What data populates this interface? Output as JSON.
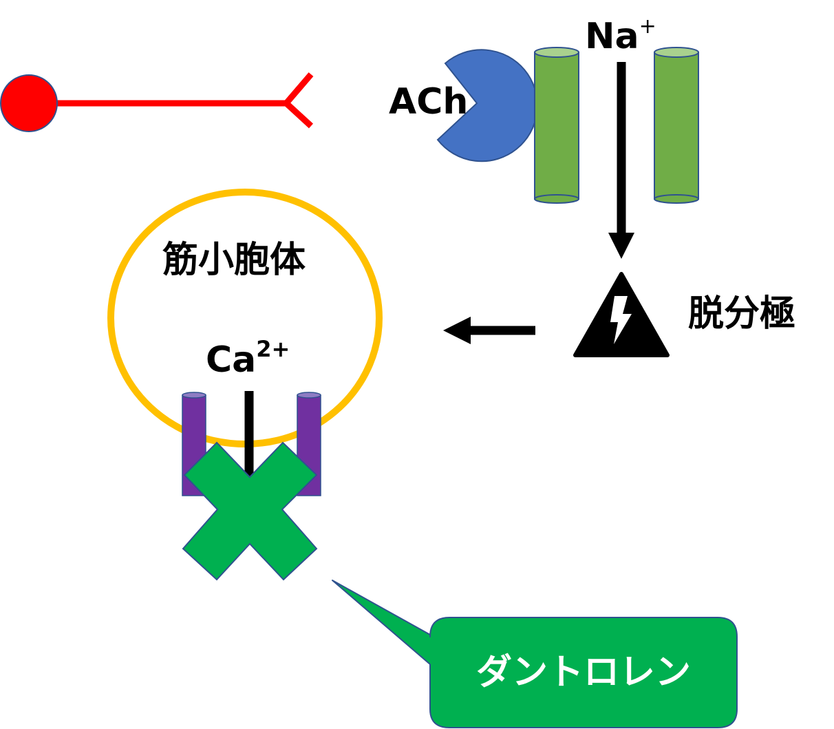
{
  "labels": {
    "ach": "ACh",
    "sodium_base": "Na",
    "sodium_charge": "+",
    "depolarization": "脱分極",
    "sarcoplasmic_reticulum": "筋小胞体",
    "calcium_base": "Ca",
    "calcium_charge": "2+",
    "drug": "ダントロレン"
  },
  "colors": {
    "neuron": "#ff0000",
    "neuron_outline": "#2f528f",
    "ach": "#4472c4",
    "na_channel": "#70ad47",
    "na_channel_top": "#a9d18e",
    "channel_outline": "#2f528f",
    "reticulum": "#ffc000",
    "ca_channel": "#7030a0",
    "ca_channel_top": "#8e7cc3",
    "block_mark": "#00b050",
    "callout": "#00b050",
    "arrow": "#000000"
  },
  "icons": {
    "depolarization": "lightning-warning-icon",
    "block": "x-block-icon"
  }
}
